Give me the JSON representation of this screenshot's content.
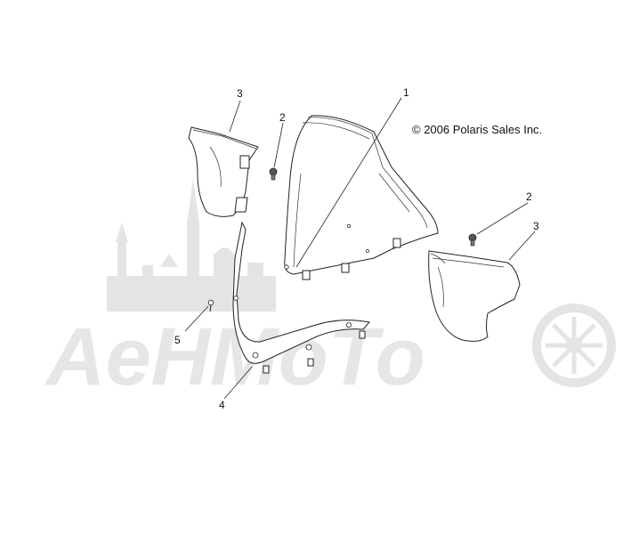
{
  "copyright": "© 2006 Polaris Sales Inc.",
  "watermark": {
    "text": "AeHMoTo"
  },
  "callouts": [
    {
      "id": "1",
      "part": "windshield"
    },
    {
      "id": "2",
      "part": "screw-left"
    },
    {
      "id": "2",
      "part": "screw-right"
    },
    {
      "id": "3",
      "part": "left-side-deflector"
    },
    {
      "id": "3",
      "part": "right-side-deflector"
    },
    {
      "id": "4",
      "part": "lower-trim-bracket"
    },
    {
      "id": "5",
      "part": "push-rivet"
    }
  ]
}
